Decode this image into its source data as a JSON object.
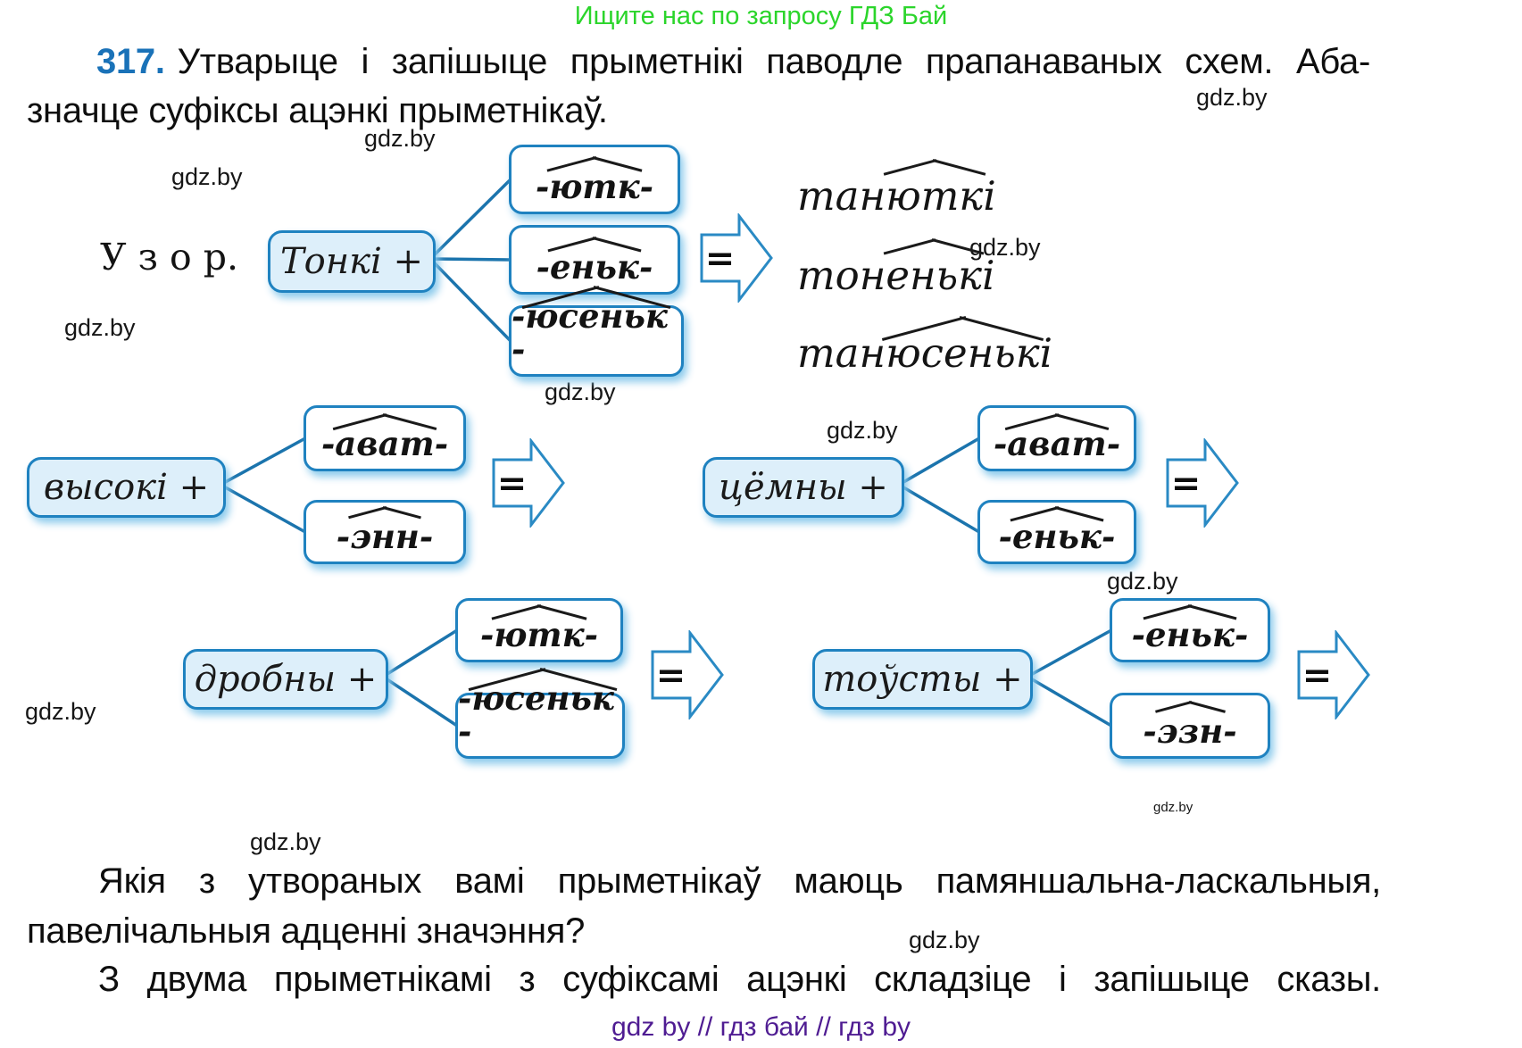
{
  "promo": {
    "text": "Ищите нас по запросу ГДЗ Бай",
    "color": "#2bd52b"
  },
  "exercise": {
    "number": "317.",
    "line1": "Утварыце і запішыце прыметнікі паводле прапанаваных схем. Аба-",
    "line2": "значце суфіксы ацэнкі прыметнікаў."
  },
  "uzor_label": "У з о р.",
  "equals": "=",
  "watermark": {
    "text": "gdz.by"
  },
  "groups": [
    {
      "base": "Тонкі +",
      "suffixes": [
        {
          "pre": "-",
          "hat": "ютк",
          "post": "-"
        },
        {
          "pre": "-",
          "hat": "еньк",
          "post": "-"
        },
        {
          "pre": "-",
          "hat": "юсеньк",
          "post": "-"
        }
      ],
      "results": [
        {
          "pre": "тан",
          "hat": "ютк",
          "post": "і"
        },
        {
          "pre": "тон",
          "hat": "еньк",
          "post": "і"
        },
        {
          "pre": "тан",
          "hat": "юсеньк",
          "post": "і"
        }
      ]
    },
    {
      "base": "высокі +",
      "suffixes": [
        {
          "pre": "-",
          "hat": "ават",
          "post": "-"
        },
        {
          "pre": "-",
          "hat": "энн",
          "post": "-"
        }
      ]
    },
    {
      "base": "цёмны +",
      "suffixes": [
        {
          "pre": "-",
          "hat": "ават",
          "post": "-"
        },
        {
          "pre": "-",
          "hat": "еньк",
          "post": "-"
        }
      ]
    },
    {
      "base": "дробны +",
      "suffixes": [
        {
          "pre": "-",
          "hat": "ютк",
          "post": "-"
        },
        {
          "pre": "-",
          "hat": "юсеньк",
          "post": "-"
        }
      ]
    },
    {
      "base": "тоўсты +",
      "suffixes": [
        {
          "pre": "-",
          "hat": "еньк",
          "post": "-"
        },
        {
          "pre": "-",
          "hat": "эзн",
          "post": "-"
        }
      ]
    }
  ],
  "questions": {
    "q1_line1": "Якія з утвораных вамі прыметнікаў маюць памяншальна-ласкальныя,",
    "q1_line2": "павелічальныя адценні значэння?",
    "q2": "З двума прыметнікамі з суфіксамі ацэнкі складзіце і запішыце сказы."
  },
  "footer": {
    "text": "gdz by  //  гдз бай  //  гдз by"
  },
  "colors": {
    "accent_blue": "#1f82c0",
    "number_blue": "#1a72b8",
    "promo_green": "#2bd52b",
    "footer_purple": "#4f1c92",
    "box_fill": "#ddeffa"
  }
}
